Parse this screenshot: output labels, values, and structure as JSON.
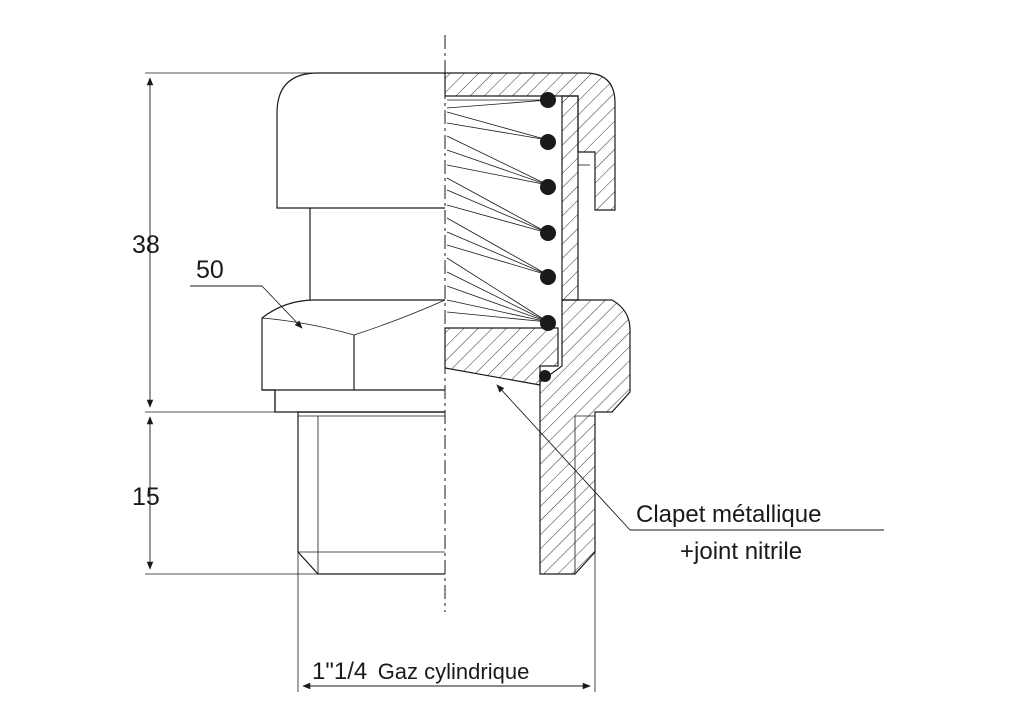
{
  "dimensions": {
    "cap_height": "38",
    "thread_length": "15",
    "hex_size": "50"
  },
  "thread": {
    "size": "1\"1/4",
    "type": "Gaz cylindrique"
  },
  "callout": {
    "line1": "Clapet métallique",
    "line2": "+joint nitrile"
  },
  "colors": {
    "ink": "#1a1a1a",
    "background": "#ffffff"
  }
}
